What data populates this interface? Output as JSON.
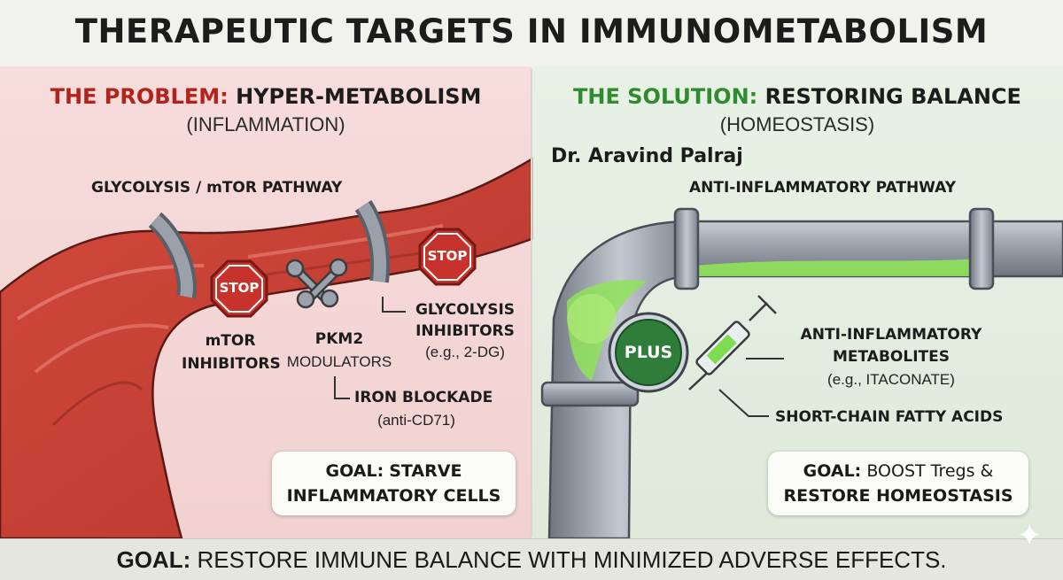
{
  "title": "THERAPEUTIC TARGETS IN IMMUNOMETABOLISM",
  "author": "Dr. Aravind Palraj",
  "problem": {
    "heading_prefix": "THE PROBLEM:",
    "heading_main": "HYPER-METABOLISM",
    "subtitle": "(INFLAMMATION)",
    "pathway": "GLYCOLYSIS / mTOR PATHWAY",
    "stop_label": "STOP",
    "mtor_line1": "mTOR",
    "mtor_line2": "INHIBITORS",
    "pkm2_line1": "PKM2",
    "pkm2_line2": "MODULATORS",
    "gly_line1": "GLYCOLYSIS",
    "gly_line2": "INHIBITORS",
    "gly_line3": "(e.g., 2-DG)",
    "iron_line1": "IRON BLOCKADE",
    "iron_line2": "(anti-CD71)",
    "goal_prefix": "GOAL:",
    "goal_line1": "STARVE",
    "goal_line2": "INFLAMMATORY CELLS"
  },
  "solution": {
    "heading_prefix": "THE SOLUTION:",
    "heading_main": "RESTORING BALANCE",
    "subtitle": "(HOMEOSTASIS)",
    "pathway": "ANTI-INFLAMMATORY PATHWAY",
    "plus_label": "PLUS",
    "meta_line1": "ANTI-INFLAMMATORY",
    "meta_line2": "METABOLITES",
    "meta_line3": "(e.g., ITACONATE)",
    "scfa": "SHORT-CHAIN FATTY ACIDS",
    "goal_prefix": "GOAL:",
    "goal_line1": "BOOST Tregs &",
    "goal_line2": "RESTORE HOMEOSTASIS"
  },
  "bottom": {
    "goal_prefix": "GOAL:",
    "text": "RESTORE IMMUNE BALANCE WITH MINIMIZED ADVERSE EFFECTS."
  },
  "colors": {
    "problem_accent": "#b3231c",
    "solution_accent": "#2e8b2e",
    "problem_bg": "#f5dada",
    "solution_bg": "#e3efe0",
    "stop_red": "#c8322c",
    "green_fluid": "#8fe35a"
  }
}
